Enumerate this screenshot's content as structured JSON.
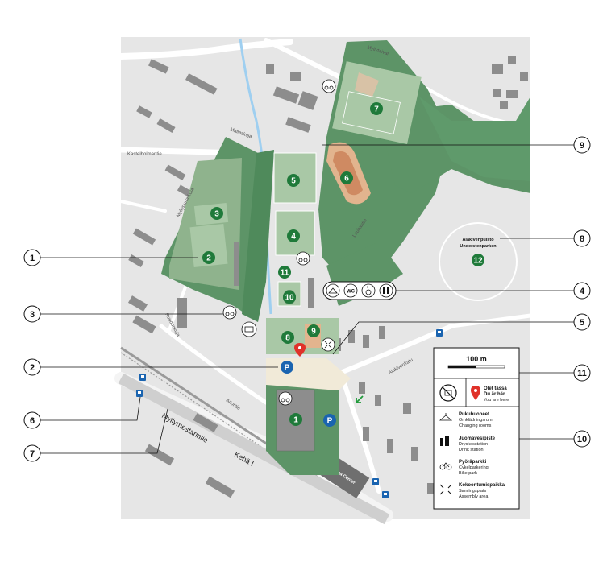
{
  "map": {
    "scale_label": "100 m",
    "no_drone_icon": "no-drone-icon",
    "you_are_here": {
      "fi": "Olet tässä",
      "sv": "Du är här",
      "en": "You are here"
    },
    "parking_symbol": "P",
    "amenity_wc": "WC",
    "places": {
      "alakivenpuisto_fi": "Alakivenpuisto",
      "alakivenpuisto_sv": "Understenparken",
      "arena_center": "Arena Center"
    },
    "roads": {
      "myllymestarintie": "Myllymestarintie",
      "keha": "Kehä I",
      "kastelholmantie": "Kastelholmantie",
      "myllytaival": "Myllytaival",
      "mallaskuja": "Mallaskuja",
      "myllypuronkuja": "Myllypuronkuja",
      "lauhantie": "Lauhantie",
      "alakivenkatu": "Alakivenkatu",
      "aitoritie": "Aitoritie",
      "ruudunkuja": "Ruudunkuja"
    },
    "venues": [
      "1",
      "2",
      "3",
      "4",
      "5",
      "6",
      "7",
      "8",
      "9",
      "10",
      "11",
      "12"
    ],
    "callouts": [
      "1",
      "2",
      "3",
      "4",
      "5",
      "6",
      "7",
      "8",
      "9",
      "10",
      "11"
    ],
    "colors": {
      "field_green": "#1f7a3a",
      "park_green": "#5d9467",
      "light_green": "#a9c8a6",
      "parking_blue": "#1a64b0",
      "marker_red": "#e0322a",
      "building": "#8d8d8d",
      "ground": "#e6e6e6"
    }
  },
  "legend": [
    {
      "icon": "hanger-icon",
      "fi": "Pukuhuoneet",
      "sv": "Omklädningsrum",
      "en": "Changing rooms"
    },
    {
      "icon": "water-bottle-icon",
      "fi": "Juomavesipiste",
      "sv": "Dryckesstation",
      "en": "Drink station"
    },
    {
      "icon": "bicycle-icon",
      "fi": "Pyöräparkki",
      "sv": "Cykelparkering",
      "en": "Bike park"
    },
    {
      "icon": "assembly-area-icon",
      "fi": "Kokoontumispaikka",
      "sv": "Samlingsplats",
      "en": "Assembly area"
    }
  ]
}
